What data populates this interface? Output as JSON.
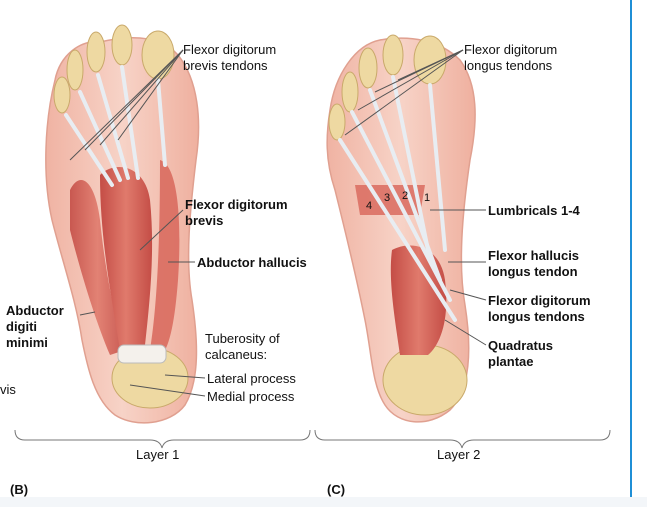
{
  "colors": {
    "skin": "#f3c3b4",
    "skin_edge": "#e6a090",
    "bone": "#eed9a2",
    "bone_edge": "#c9a96a",
    "muscle": "#d96b5f",
    "muscle_dark": "#c24f47",
    "tendon": "#e8edf2",
    "tendon_edge": "#9aa7b4",
    "leader": "#555555",
    "border_accent": "#1f8fd6"
  },
  "panel_b": {
    "letter": "(B)",
    "layer_label": "Layer 1",
    "fdb_tendons": [
      "Flexor digitorum",
      "brevis tendons"
    ],
    "fdb": [
      "Flexor digitorum",
      "brevis"
    ],
    "abductor_hallucis": "Abductor hallucis",
    "abductor_digiti": [
      "Abductor",
      "digiti",
      "minimi"
    ],
    "tuberosity": [
      "Tuberosity of",
      "calcaneus:"
    ],
    "lateral_process": "Lateral process",
    "medial_process": "Medial process",
    "cut_label": "vis"
  },
  "panel_c": {
    "letter": "(C)",
    "layer_label": "Layer 2",
    "fdl_tendons_top": [
      "Flexor digitorum",
      "longus tendons"
    ],
    "lumbricals": "Lumbricals 1-4",
    "fhl": [
      "Flexor hallucis",
      "longus tendon"
    ],
    "fdl_tendons": [
      "Flexor digitorum",
      "longus tendons"
    ],
    "quadratus": [
      "Quadratus",
      "plantae"
    ],
    "lumbrical_numbers": [
      "4",
      "3",
      "2",
      "1"
    ]
  }
}
